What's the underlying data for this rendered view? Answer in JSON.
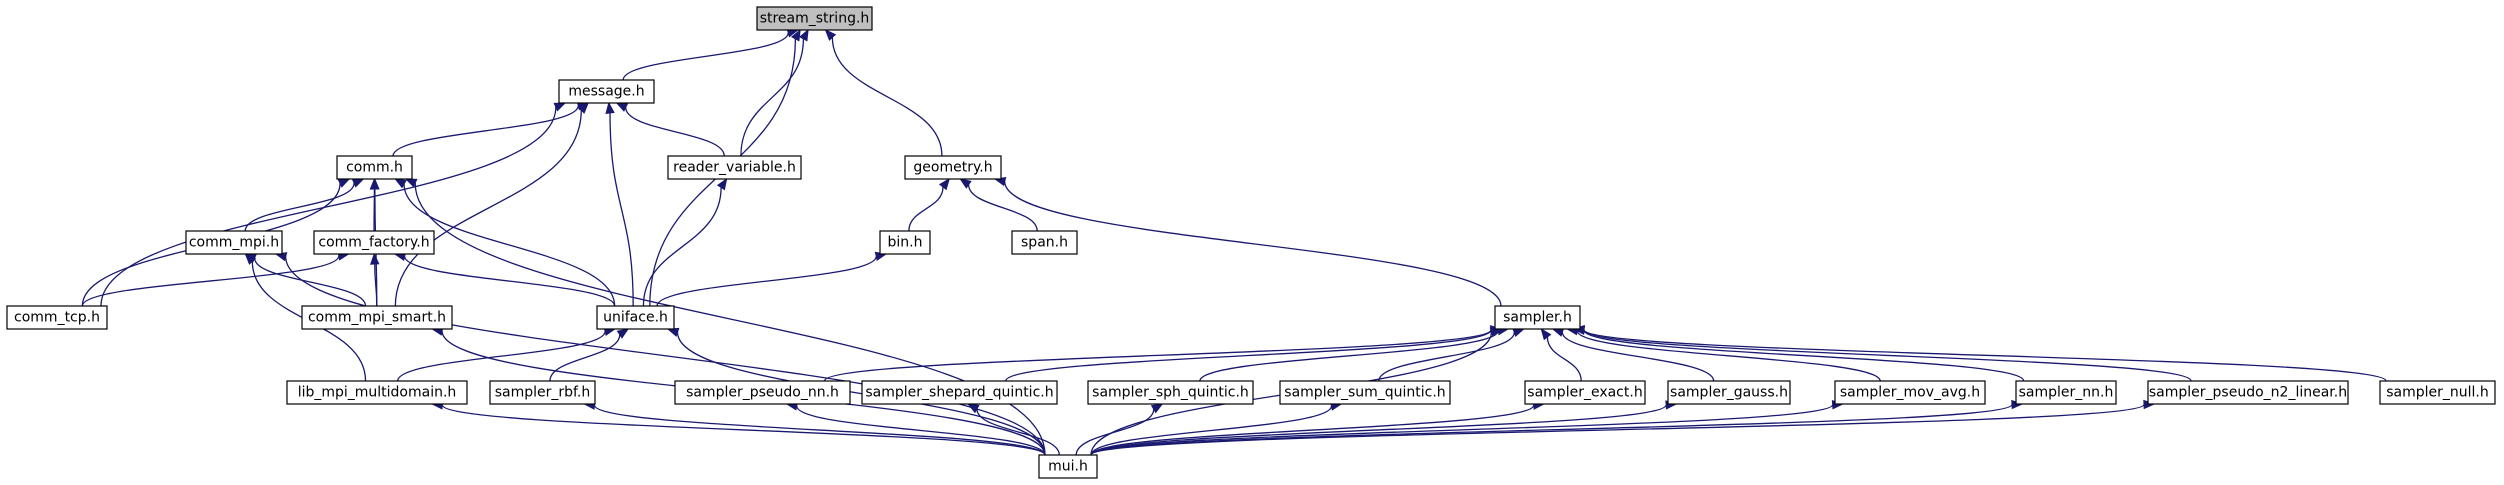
{
  "graph": {
    "title": "",
    "nodes": [
      {
        "id": "stream_string",
        "label": "stream_string.h"
      },
      {
        "id": "message",
        "label": "message.h"
      },
      {
        "id": "reader_variable",
        "label": "reader_variable.h"
      },
      {
        "id": "geometry",
        "label": "geometry.h"
      },
      {
        "id": "comm",
        "label": "comm.h"
      },
      {
        "id": "comm_mpi",
        "label": "comm_mpi.h"
      },
      {
        "id": "comm_factory",
        "label": "comm_factory.h"
      },
      {
        "id": "bin",
        "label": "bin.h"
      },
      {
        "id": "span",
        "label": "span.h"
      },
      {
        "id": "comm_tcp",
        "label": "comm_tcp.h"
      },
      {
        "id": "comm_mpi_smart",
        "label": "comm_mpi_smart.h"
      },
      {
        "id": "uniface",
        "label": "uniface.h"
      },
      {
        "id": "sampler",
        "label": "sampler.h"
      },
      {
        "id": "lib_mpi_multidomain",
        "label": "lib_mpi_multidomain.h"
      },
      {
        "id": "sampler_rbf",
        "label": "sampler_rbf.h"
      },
      {
        "id": "sampler_pseudo_nn",
        "label": "sampler_pseudo_nn.h"
      },
      {
        "id": "sampler_shepard_quintic",
        "label": "sampler_shepard_quintic.h"
      },
      {
        "id": "sampler_sph_quintic",
        "label": "sampler_sph_quintic.h"
      },
      {
        "id": "sampler_sum_quintic",
        "label": "sampler_sum_quintic.h"
      },
      {
        "id": "sampler_exact",
        "label": "sampler_exact.h"
      },
      {
        "id": "sampler_gauss",
        "label": "sampler_gauss.h"
      },
      {
        "id": "sampler_mov_avg",
        "label": "sampler_mov_avg.h"
      },
      {
        "id": "sampler_nn",
        "label": "sampler_nn.h"
      },
      {
        "id": "sampler_pseudo_n2_linear",
        "label": "sampler_pseudo_n2_linear.h"
      },
      {
        "id": "sampler_null",
        "label": "sampler_null.h"
      },
      {
        "id": "mui",
        "label": "mui.h"
      }
    ],
    "edges": [
      {
        "from": "message",
        "to": "stream_string"
      },
      {
        "from": "reader_variable",
        "to": "stream_string"
      },
      {
        "from": "uniface",
        "to": "stream_string"
      },
      {
        "from": "geometry",
        "to": "stream_string"
      },
      {
        "from": "comm",
        "to": "message"
      },
      {
        "from": "reader_variable",
        "to": "message"
      },
      {
        "from": "comm_tcp",
        "to": "message"
      },
      {
        "from": "comm_mpi_smart",
        "to": "message"
      },
      {
        "from": "uniface",
        "to": "message"
      },
      {
        "from": "uniface",
        "to": "reader_variable"
      },
      {
        "from": "bin",
        "to": "geometry"
      },
      {
        "from": "span",
        "to": "geometry"
      },
      {
        "from": "sampler",
        "to": "geometry"
      },
      {
        "from": "comm_mpi",
        "to": "comm"
      },
      {
        "from": "comm_factory",
        "to": "comm"
      },
      {
        "from": "comm_tcp",
        "to": "comm"
      },
      {
        "from": "comm_mpi_smart",
        "to": "comm"
      },
      {
        "from": "uniface",
        "to": "comm"
      },
      {
        "from": "mui",
        "to": "comm"
      },
      {
        "from": "comm_mpi_smart",
        "to": "comm_mpi"
      },
      {
        "from": "lib_mpi_multidomain",
        "to": "comm_mpi"
      },
      {
        "from": "mui",
        "to": "comm_mpi"
      },
      {
        "from": "comm_tcp",
        "to": "comm_factory"
      },
      {
        "from": "comm_mpi_smart",
        "to": "comm_factory"
      },
      {
        "from": "uniface",
        "to": "comm_factory"
      },
      {
        "from": "uniface",
        "to": "bin"
      },
      {
        "from": "mui",
        "to": "comm_mpi_smart"
      },
      {
        "from": "lib_mpi_multidomain",
        "to": "uniface"
      },
      {
        "from": "sampler_rbf",
        "to": "uniface"
      },
      {
        "from": "mui",
        "to": "uniface"
      },
      {
        "from": "mui",
        "to": "lib_mpi_multidomain"
      },
      {
        "from": "mui",
        "to": "sampler_rbf"
      },
      {
        "from": "sampler_pseudo_nn",
        "to": "sampler"
      },
      {
        "from": "sampler_shepard_quintic",
        "to": "sampler"
      },
      {
        "from": "sampler_sph_quintic",
        "to": "sampler"
      },
      {
        "from": "sampler_sum_quintic",
        "to": "sampler"
      },
      {
        "from": "sampler_exact",
        "to": "sampler"
      },
      {
        "from": "sampler_gauss",
        "to": "sampler"
      },
      {
        "from": "sampler_mov_avg",
        "to": "sampler"
      },
      {
        "from": "sampler_nn",
        "to": "sampler"
      },
      {
        "from": "sampler_pseudo_n2_linear",
        "to": "sampler"
      },
      {
        "from": "sampler_null",
        "to": "sampler"
      },
      {
        "from": "mui",
        "to": "sampler"
      },
      {
        "from": "mui",
        "to": "sampler_pseudo_nn"
      },
      {
        "from": "mui",
        "to": "sampler_shepard_quintic"
      },
      {
        "from": "mui",
        "to": "sampler_sph_quintic"
      },
      {
        "from": "mui",
        "to": "sampler_sum_quintic"
      },
      {
        "from": "mui",
        "to": "sampler_exact"
      },
      {
        "from": "mui",
        "to": "sampler_gauss"
      },
      {
        "from": "mui",
        "to": "sampler_mov_avg"
      },
      {
        "from": "mui",
        "to": "sampler_nn"
      },
      {
        "from": "mui",
        "to": "sampler_pseudo_n2_linear"
      }
    ],
    "colors": {
      "edge": "#191970",
      "root_fill": "#bfbfbf",
      "node_fill": "#ffffff",
      "node_border": "#000000"
    }
  }
}
